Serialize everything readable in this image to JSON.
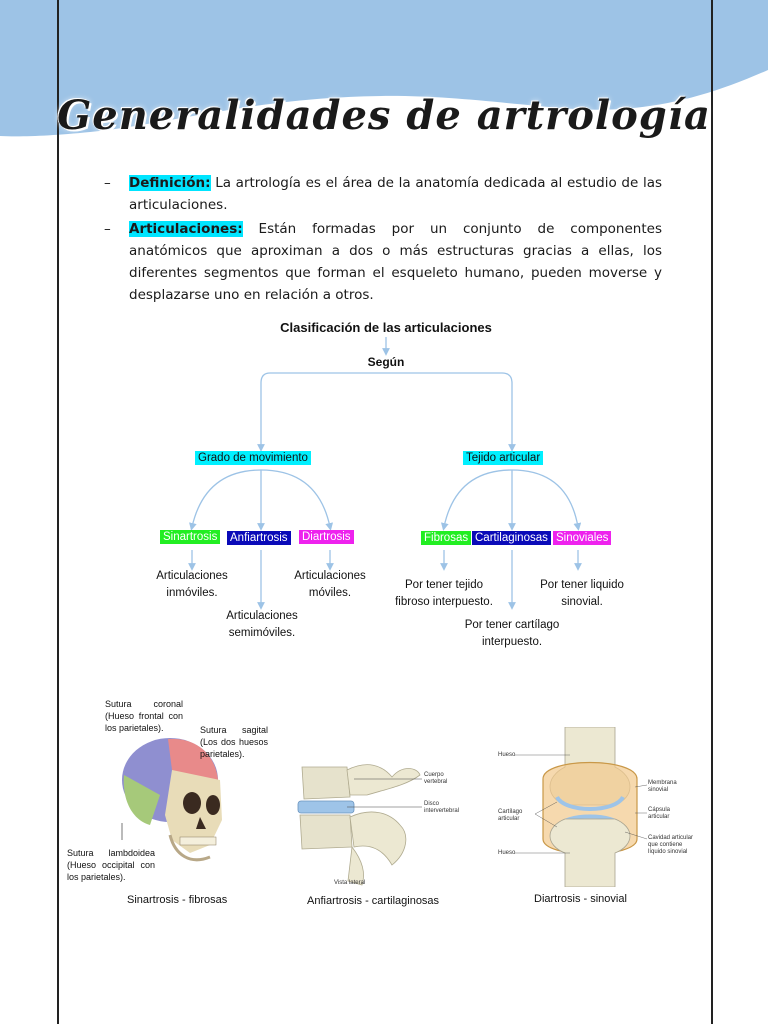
{
  "title": "Generalidades de artrología",
  "bullets": [
    {
      "label": "Definición:",
      "text": " La artrología es el área de la anatomía dedicada al estudio de las articulaciones."
    },
    {
      "label": "Articulaciones:",
      "text": " Están formadas por un conjunto de componentes anatómicos que aproximan a dos o más estructuras gracias a ellas, los diferentes segmentos que forman el esqueleto humano, pueden moverse y desplazarse uno en relación a otros."
    }
  ],
  "bullet_marker": "–",
  "diagram": {
    "title": "Clasificación de las articulaciones",
    "root": "Según",
    "branch_left": "Grado de movimiento",
    "branch_right": "Tejido articular",
    "left_children": [
      "Sinartrosis",
      "Anfiartrosis",
      "Diartrosis"
    ],
    "right_children": [
      "Fibrosas",
      "Cartilaginosas",
      "Sinoviales"
    ],
    "desc_sinartrosis": "Articulaciones inmóviles.",
    "desc_anfiartrosis": "Articulaciones semimóviles.",
    "desc_diartrosis": "Articulaciones móviles.",
    "desc_fibrosas": "Por tener tejido fibroso interpuesto.",
    "desc_cartilaginosas": "Por tener cartílago interpuesto.",
    "desc_sinoviales": "Por tener liquido sinovial."
  },
  "figures": {
    "skull": {
      "caption": "Sinartrosis - fibrosas",
      "label_coronal": "Sutura coronal (Hueso frontal con los parietales).",
      "label_sagital": "Sutura sagital (Los dos huesos parietales).",
      "label_lambdoidea": "Sutura lambdoidea (Hueso occipital con los parietales)."
    },
    "vertebra": {
      "caption": "Anfiartrosis - cartilaginosas",
      "label_cuerpo": "Cuerpo vertebral",
      "label_disco": "Disco intervertebral",
      "label_vista": "Vista lateral"
    },
    "knee": {
      "caption": "Diartrosis - sinovial",
      "label_hueso_top": "Hueso",
      "label_cartilago": "Cartílago articular",
      "label_hueso_bottom": "Hueso",
      "label_membrana": "Membrana sinovial",
      "label_capsula": "Cápsula articular",
      "label_cavidad": "Cavidad articular que contiene líquido sinovial"
    }
  },
  "colors": {
    "header_wave": "#9dc3e6",
    "highlight": "#00e5ff",
    "connector": "#9dc3e6"
  }
}
